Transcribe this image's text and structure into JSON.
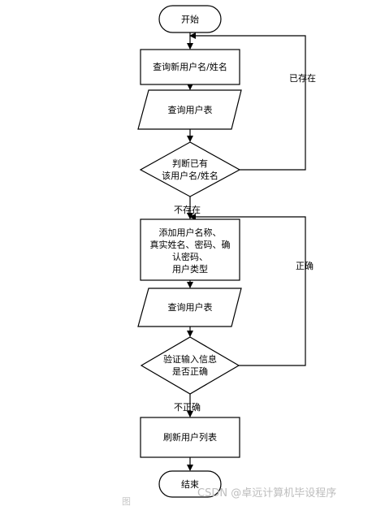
{
  "nodes": {
    "start": "开始",
    "query_new_user": "查询新用户名/姓名",
    "query_user_table_1": "查询用户表",
    "decision_exists_line1": "判断已有",
    "decision_exists_line2": "该用户名/姓名",
    "add_info_line1": "添加用户名称、",
    "add_info_line2": "真实姓名、密码、确",
    "add_info_line3": "认密码、",
    "add_info_line4": "用户类型",
    "query_user_table_2": "查询用户表",
    "decision_verify_line1": "验证输入信息",
    "decision_verify_line2": "是否正确",
    "refresh_list": "刷新用户列表",
    "end": "结束"
  },
  "edges": {
    "exists": "已存在",
    "not_exists": "不存在",
    "correct": "正确",
    "incorrect": "不正确"
  },
  "watermark": "CSDN @卓远计算机毕设程序",
  "caption": "图"
}
